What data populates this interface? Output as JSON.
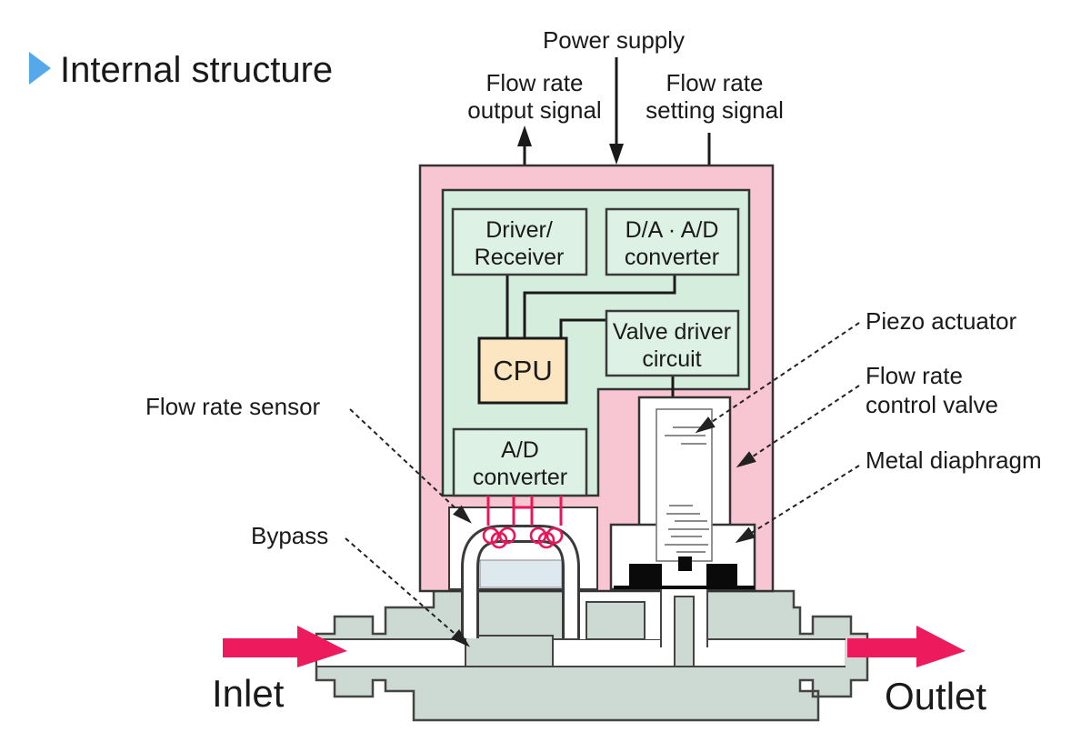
{
  "title": {
    "text": "Internal structure"
  },
  "top_labels": {
    "power_supply": "Power supply",
    "flow_output_line1": "Flow rate",
    "flow_output_line2": "output signal",
    "flow_setting_line1": "Flow rate",
    "flow_setting_line2": "setting signal"
  },
  "blocks": {
    "driver_receiver_line1": "Driver/",
    "driver_receiver_line2": "Receiver",
    "da_ad_line1": "D/A · A/D",
    "da_ad_line2": "converter",
    "valve_driver_line1": "Valve driver",
    "valve_driver_line2": "circuit",
    "cpu": "CPU",
    "ad_line1": "A/D",
    "ad_line2": "converter"
  },
  "callouts": {
    "flow_rate_sensor": "Flow rate sensor",
    "bypass": "Bypass",
    "piezo_actuator": "Piezo actuator",
    "flow_control_valve_line1": "Flow rate",
    "flow_control_valve_line2": "control valve",
    "metal_diaphragm": "Metal diaphragm",
    "inlet": "Inlet",
    "outlet": "Outlet"
  },
  "colors": {
    "title_blue": "#55a8ea",
    "housing_pink": "#f8c5d3",
    "board_green": "#d5eddd",
    "block_green": "#ddf1e4",
    "cpu_cream": "#fce5c1",
    "body_gray": "#cdd9d3",
    "bypass_blue": "#dde9ee",
    "coil_red": "#e9175a",
    "flow_arrow_pink": "#ed1a5e",
    "outline_dark": "#333333"
  }
}
